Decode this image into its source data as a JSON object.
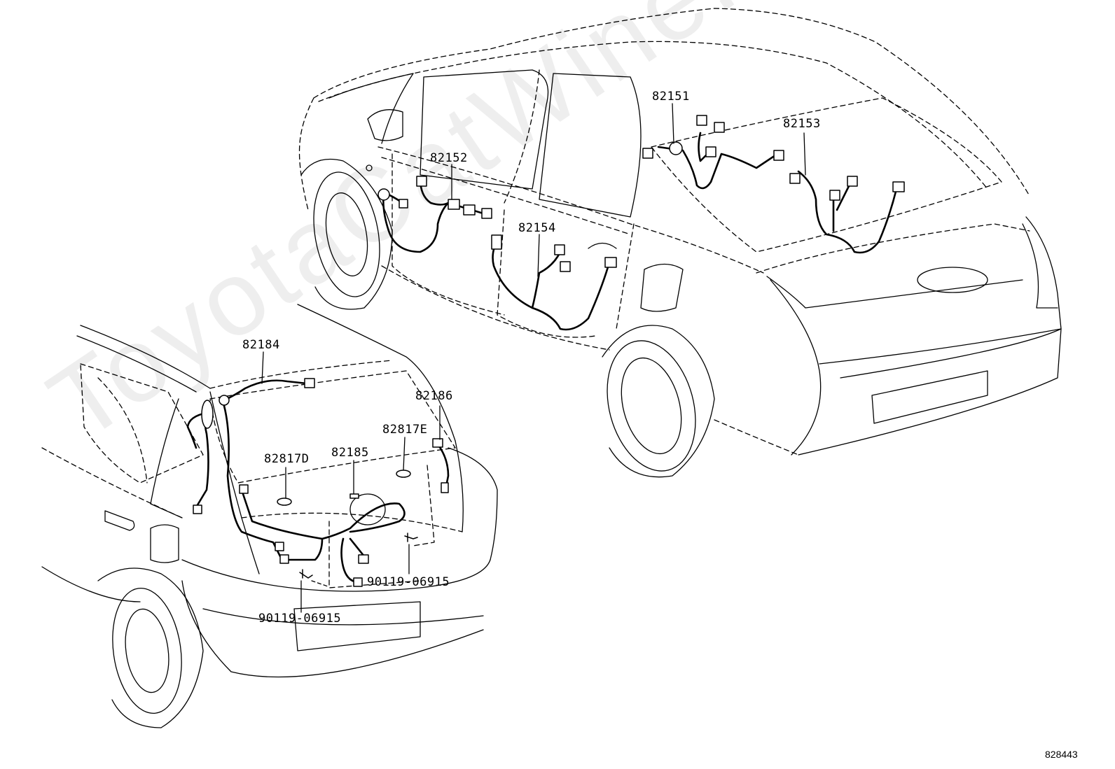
{
  "watermark": "ToyotaCatWine.ru",
  "figure_id": "828443",
  "parts": {
    "p82151": "82151",
    "p82152": "82152",
    "p82153": "82153",
    "p82154": "82154",
    "p82184": "82184",
    "p82186": "82186",
    "p82817E": "82817E",
    "p82817D": "82817D",
    "p82185": "82185",
    "bolt_right": "90119-06915",
    "bolt_left": "90119-06915"
  },
  "colors": {
    "line": "#000000",
    "background": "#ffffff",
    "watermark": "#eeeeee"
  }
}
